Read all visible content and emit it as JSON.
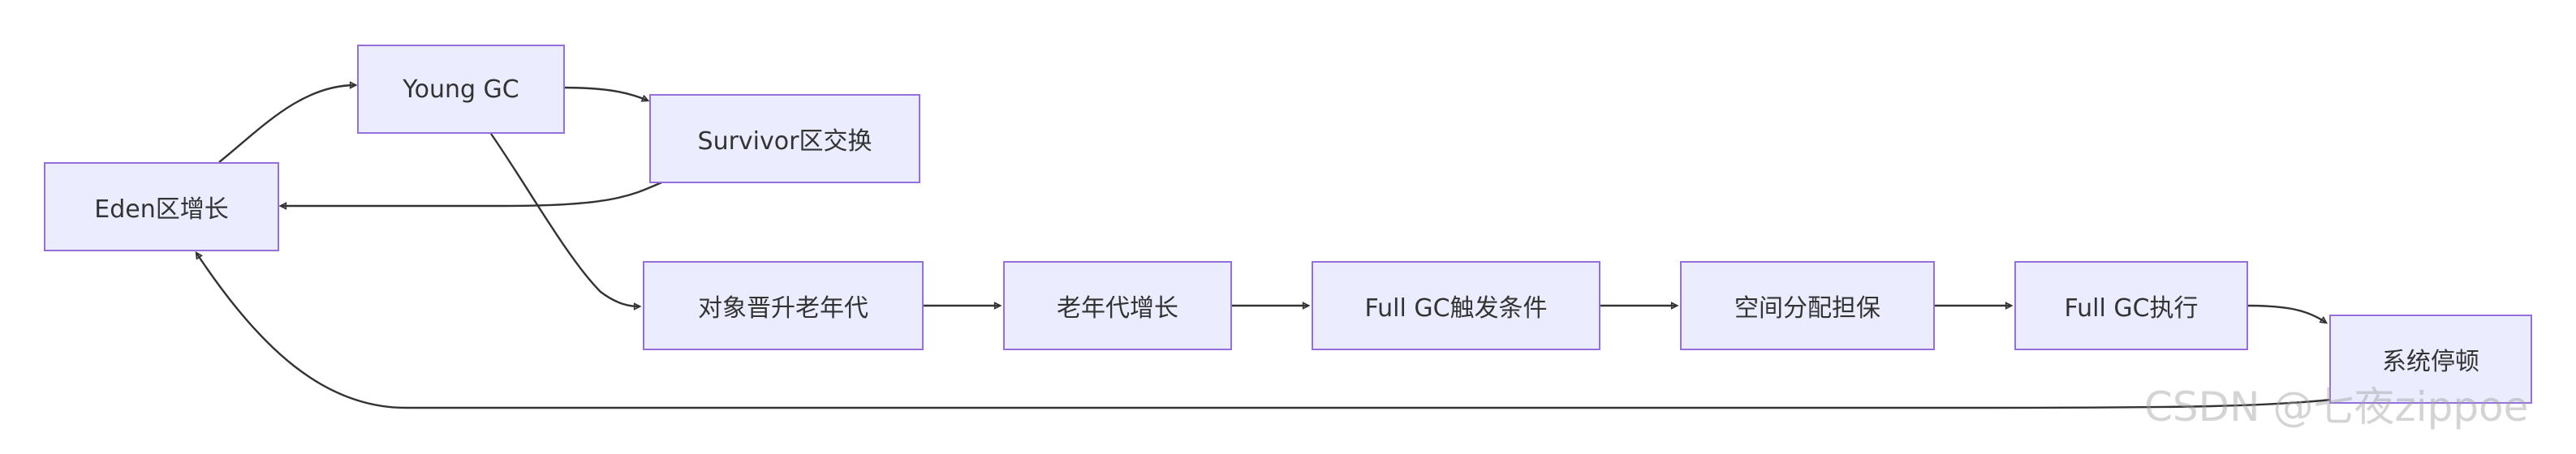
{
  "nodes": {
    "eden": "Eden区增长",
    "young_gc": "Young GC",
    "survivor": "Survivor区交换",
    "promote": "对象晋升老年代",
    "old_grow": "老年代增长",
    "full_gc_cond": "Full GC触发条件",
    "space_guarantee": "空间分配担保",
    "full_gc_exec": "Full GC执行",
    "stw": "系统停顿"
  },
  "watermark": "CSDN @七夜zippoe",
  "colors": {
    "node_fill": "#ececff",
    "node_border": "#9370db",
    "edge": "#333333",
    "text": "#333333"
  }
}
